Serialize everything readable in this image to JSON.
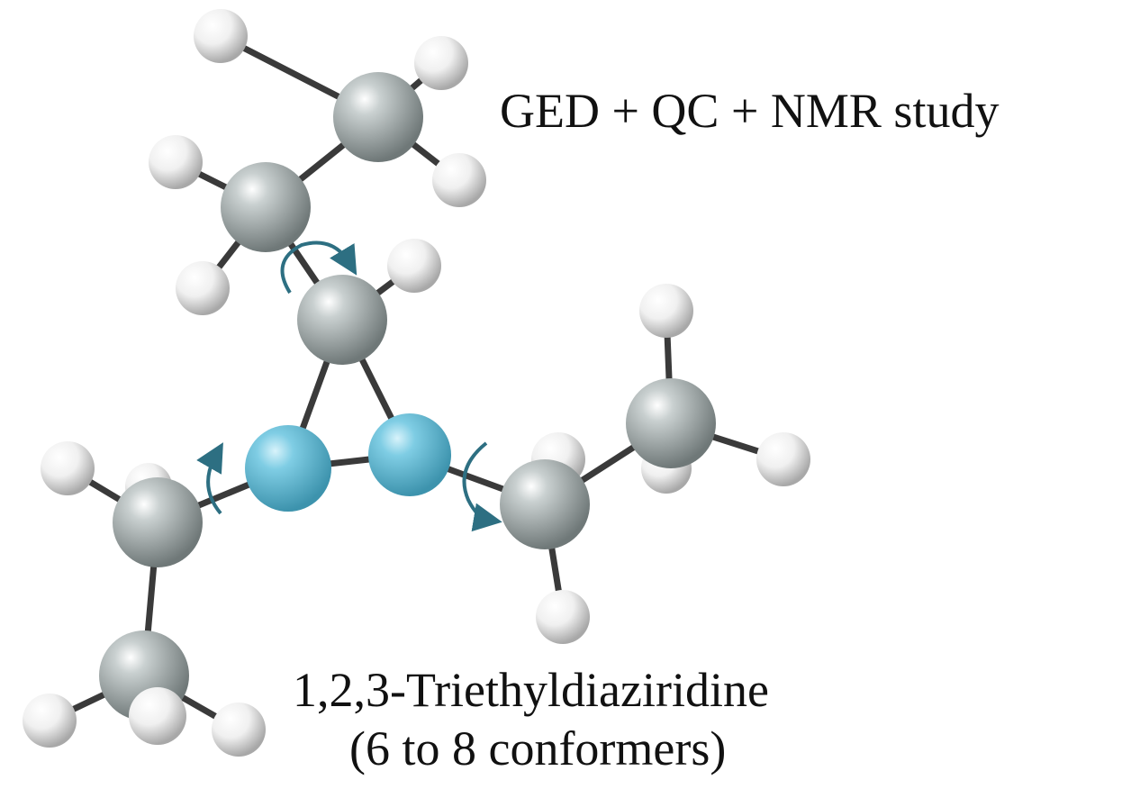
{
  "header": {
    "title": "GED + QC + NMR study"
  },
  "caption": {
    "compound_name": "1,2,3-Triethyldiaziridine",
    "conformers": "(6 to 8 conformers)"
  },
  "colors": {
    "carbon": "#9ea6a6",
    "hydrogen": "#f2f2f2",
    "nitrogen": "#6cc3dd",
    "bond": "#3a3a3a",
    "rotation_arrow": "#2d6f82"
  }
}
